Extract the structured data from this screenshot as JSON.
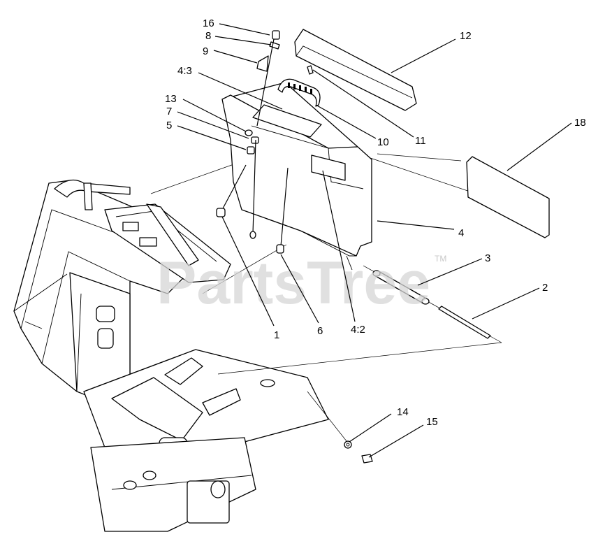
{
  "watermark": {
    "text": "PartsTree",
    "mark": "TM"
  },
  "callouts": [
    {
      "id": "c16",
      "label": "16"
    },
    {
      "id": "c8",
      "label": "8"
    },
    {
      "id": "c9",
      "label": "9"
    },
    {
      "id": "c43",
      "label": "4:3"
    },
    {
      "id": "c13",
      "label": "13"
    },
    {
      "id": "c7",
      "label": "7"
    },
    {
      "id": "c5",
      "label": "5"
    },
    {
      "id": "c12",
      "label": "12"
    },
    {
      "id": "c10",
      "label": "10"
    },
    {
      "id": "c11",
      "label": "11"
    },
    {
      "id": "c18",
      "label": "18"
    },
    {
      "id": "c4",
      "label": "4"
    },
    {
      "id": "c3",
      "label": "3"
    },
    {
      "id": "c2",
      "label": "2"
    },
    {
      "id": "c1",
      "label": "1"
    },
    {
      "id": "c6",
      "label": "6"
    },
    {
      "id": "c42",
      "label": "4:2"
    },
    {
      "id": "c14",
      "label": "14"
    },
    {
      "id": "c15",
      "label": "15"
    }
  ]
}
